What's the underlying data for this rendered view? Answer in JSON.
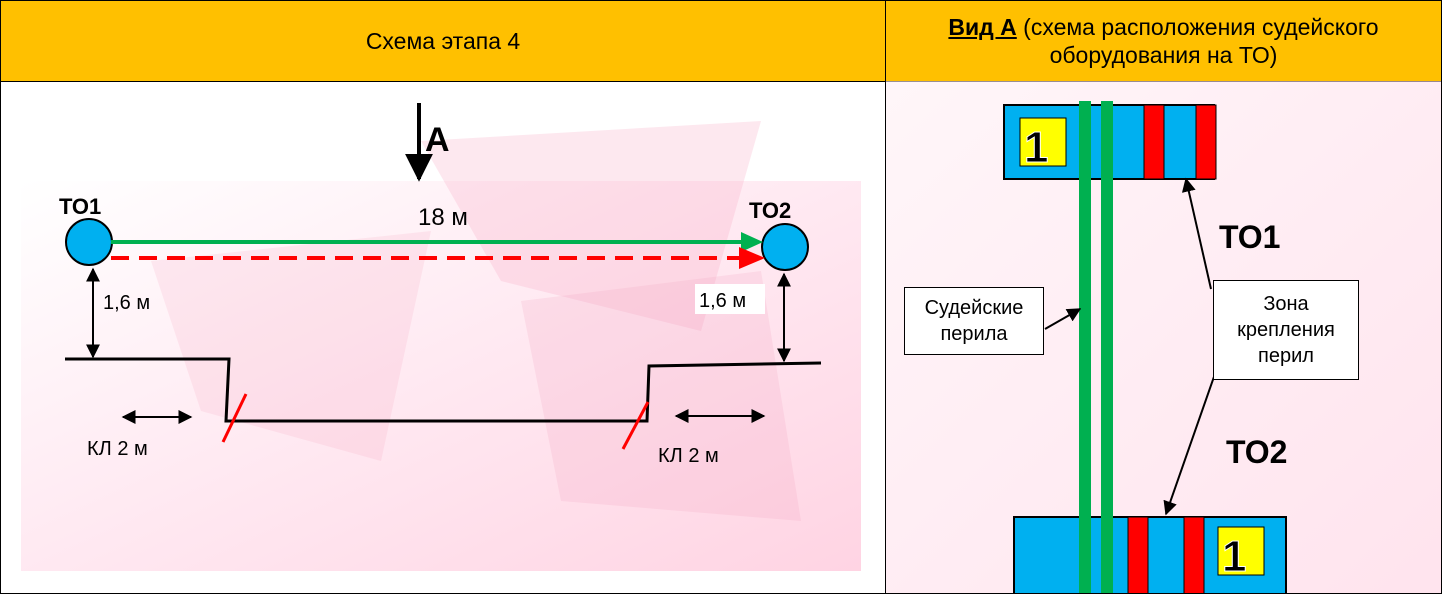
{
  "header": {
    "left_title": "Схема этапа 4",
    "right_title_bold": "Вид А",
    "right_title_rest": " (схема расположения судейского оборудования на ТО)"
  },
  "scheme": {
    "direction_label": "А",
    "to1_label": "ТО1",
    "to2_label": "ТО2",
    "distance_label": "18 м",
    "height_left_label": "1,6 м",
    "height_right_label": "1,6 м",
    "kl_left_label": "КЛ 2 м",
    "kl_right_label": "КЛ 2 м"
  },
  "view_a": {
    "to1_label": "ТО1",
    "to2_label": "ТО2",
    "rail_box_label": "Судейские перила",
    "zone_box_label": "Зона крепления перил",
    "marker_top": "1",
    "marker_bottom": "1"
  },
  "colors": {
    "header_bg": "#ffc000",
    "node_fill": "#00b0f0",
    "green_rope": "#00b050",
    "red_rope": "#ff0000",
    "marker_fill": "#ffff00",
    "bg_tint": "#ffd6e6"
  }
}
